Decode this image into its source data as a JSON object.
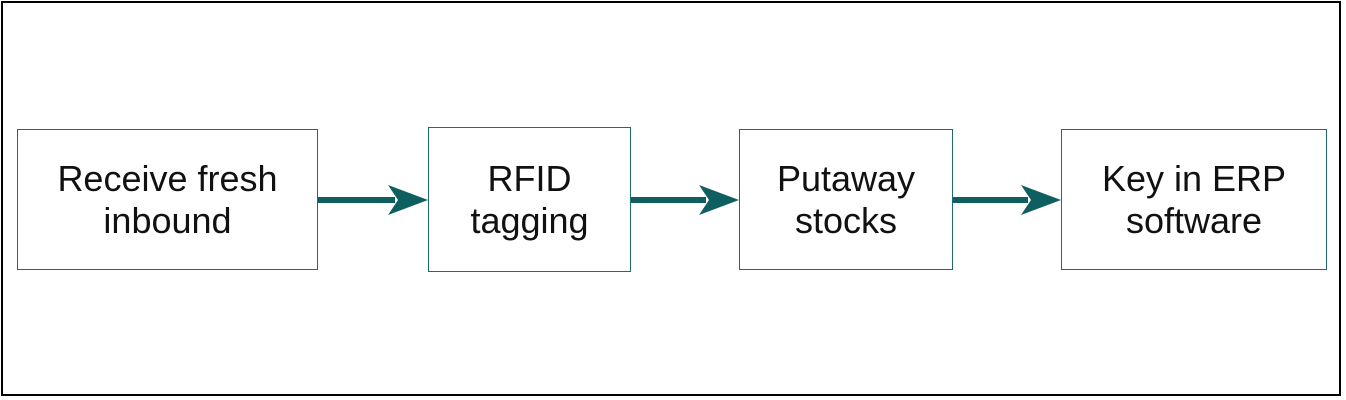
{
  "colors": {
    "box_border": "#1e6b6b",
    "arrow": "#0f5f60",
    "frame": "#000000"
  },
  "steps": [
    {
      "label": "Receive fresh\ninbound"
    },
    {
      "label": "RFID\ntagging"
    },
    {
      "label": "Putaway\nstocks"
    },
    {
      "label": "Key in ERP\nsoftware"
    }
  ]
}
